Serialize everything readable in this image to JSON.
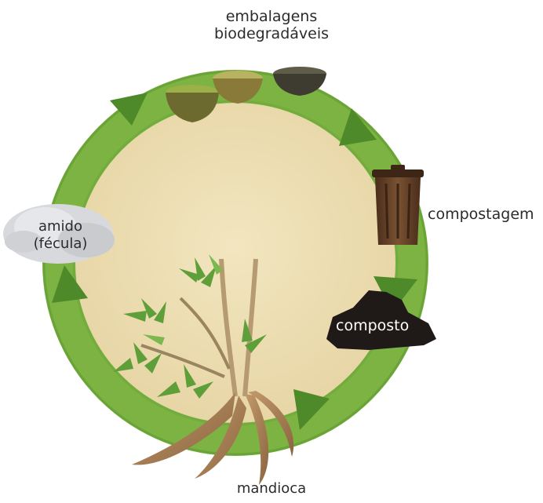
{
  "labels": {
    "embalagens_line1": "embalagens",
    "embalagens_line2": "biodegradáveis",
    "compostagem": "compostagem",
    "composto": "composto",
    "amido_line1": "amido",
    "amido_line2": "(fécula)",
    "mandioca": "mandioca"
  },
  "colors": {
    "ring": "#7cb342",
    "ring_dark": "#4e8a2a",
    "center": "#ede0b7",
    "bin": "#5b3a24",
    "compost": "#1f1a17",
    "starch": "#d7d9dc",
    "root": "#a57f55",
    "leaf": "#5f9f3a"
  },
  "icons": [
    "bowls-icon",
    "compost-bin-icon",
    "compost-pile-icon",
    "starch-pile-icon",
    "cassava-plant-icon"
  ]
}
